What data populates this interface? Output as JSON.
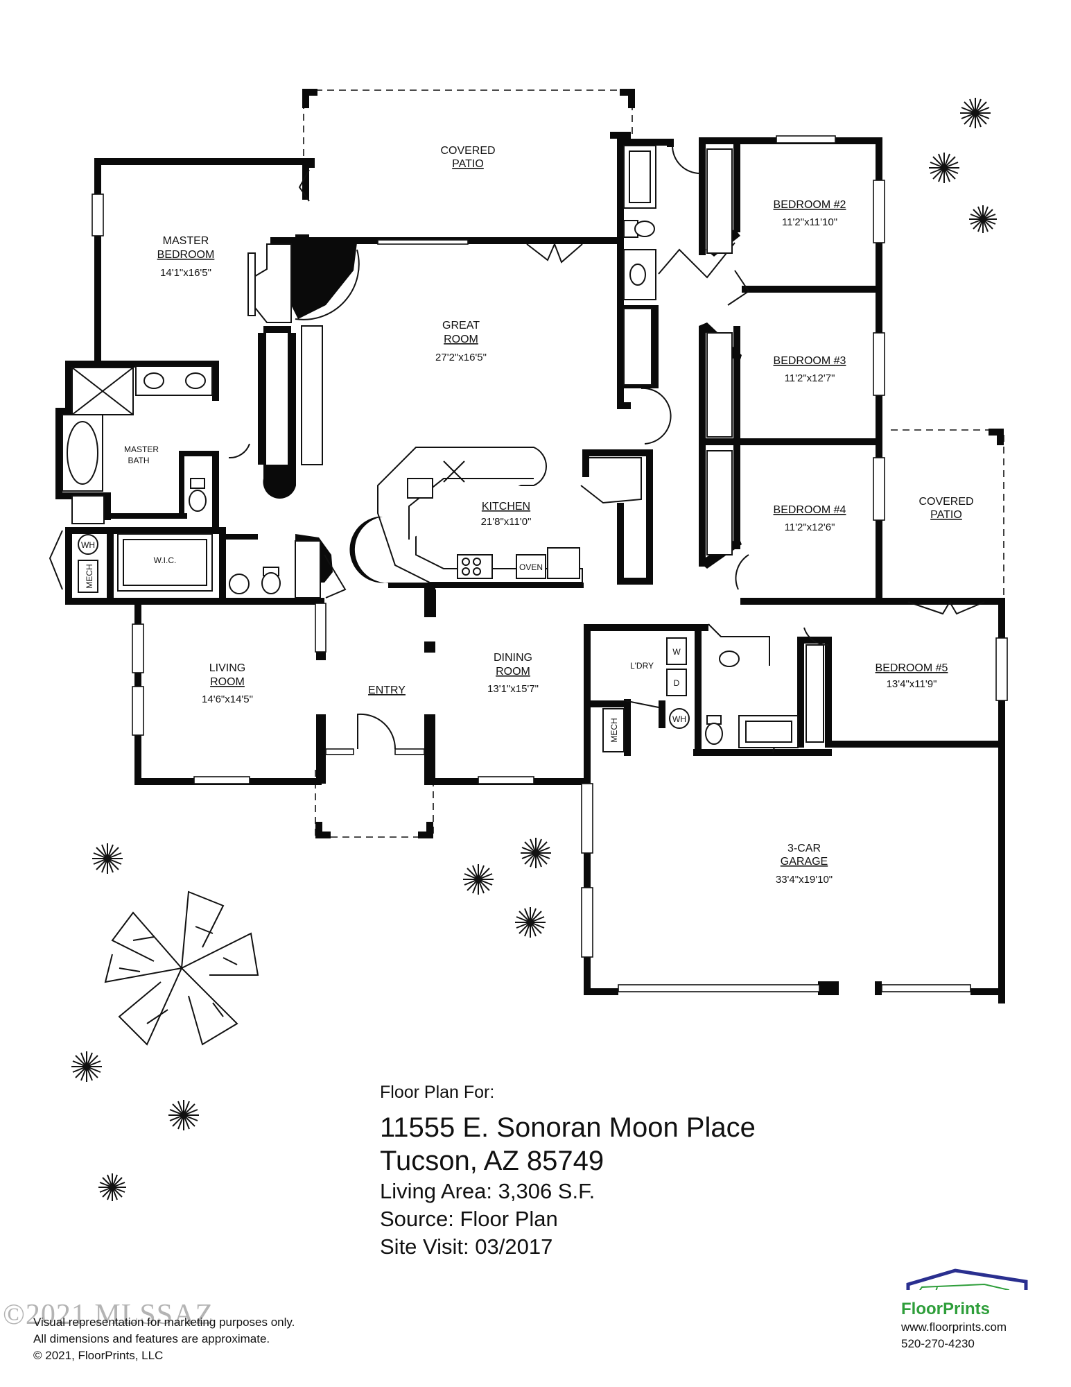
{
  "rooms": {
    "covered_patio_top": {
      "line1": "COVERED",
      "line2": "PATIO"
    },
    "master_bedroom": {
      "line1": "MASTER",
      "line2": "BEDROOM",
      "dim": "14'1\"x16'5\""
    },
    "great_room": {
      "line1": "GREAT",
      "line2": "ROOM",
      "dim": "27'2\"x16'5\""
    },
    "bedroom2": {
      "line1": "BEDROOM #2",
      "dim": "11'2\"x11'10\""
    },
    "bedroom3": {
      "line1": "BEDROOM #3",
      "dim": "11'2\"x12'7\""
    },
    "bedroom4": {
      "line1": "BEDROOM #4",
      "dim": "11'2\"x12'6\""
    },
    "bedroom5": {
      "line1": "BEDROOM #5",
      "dim": "13'4\"x11'9\""
    },
    "covered_patio_right": {
      "line1": "COVERED",
      "line2": "PATIO"
    },
    "master_bath": {
      "line1": "MASTER",
      "line2": "BATH"
    },
    "wic": {
      "line1": "W.I.C."
    },
    "kitchen": {
      "line1": "KITCHEN",
      "dim": "21'8\"x11'0\""
    },
    "oven": "OVEN",
    "living_room": {
      "line1": "LIVING",
      "line2": "ROOM",
      "dim": "14'6\"x14'5\""
    },
    "entry": {
      "line1": "ENTRY"
    },
    "dining_room": {
      "line1": "DINING",
      "line2": "ROOM",
      "dim": "13'1\"x15'7\""
    },
    "laundry": {
      "line1": "L'DRY",
      "washer": "W",
      "dryer": "D"
    },
    "garage": {
      "line1": "3-CAR",
      "line2": "GARAGE",
      "dim": "33'4\"x19'10\""
    },
    "wh": "WH",
    "mech": "MECH"
  },
  "info": {
    "heading": "Floor Plan For:",
    "address_line1": "11555 E. Sonoran Moon Place",
    "address_line2": "Tucson, AZ  85749",
    "living_area": "Living Area:  3,306 S.F.",
    "source": "Source:  Floor Plan",
    "site_visit": "Site Visit:  03/2017"
  },
  "disclaimer": {
    "line1": "Visual representation for marketing purposes only.",
    "line2": "All dimensions and features are approximate.",
    "line3": "© 2021, FloorPrints, LLC"
  },
  "watermark": "©2021 MLSSAZ",
  "brand": {
    "name": "FloorPrints",
    "website": "www.floorprints.com",
    "phone": "520-270-4230",
    "logo_color": "#2a2f8f",
    "name_color": "#2e9e3a"
  }
}
